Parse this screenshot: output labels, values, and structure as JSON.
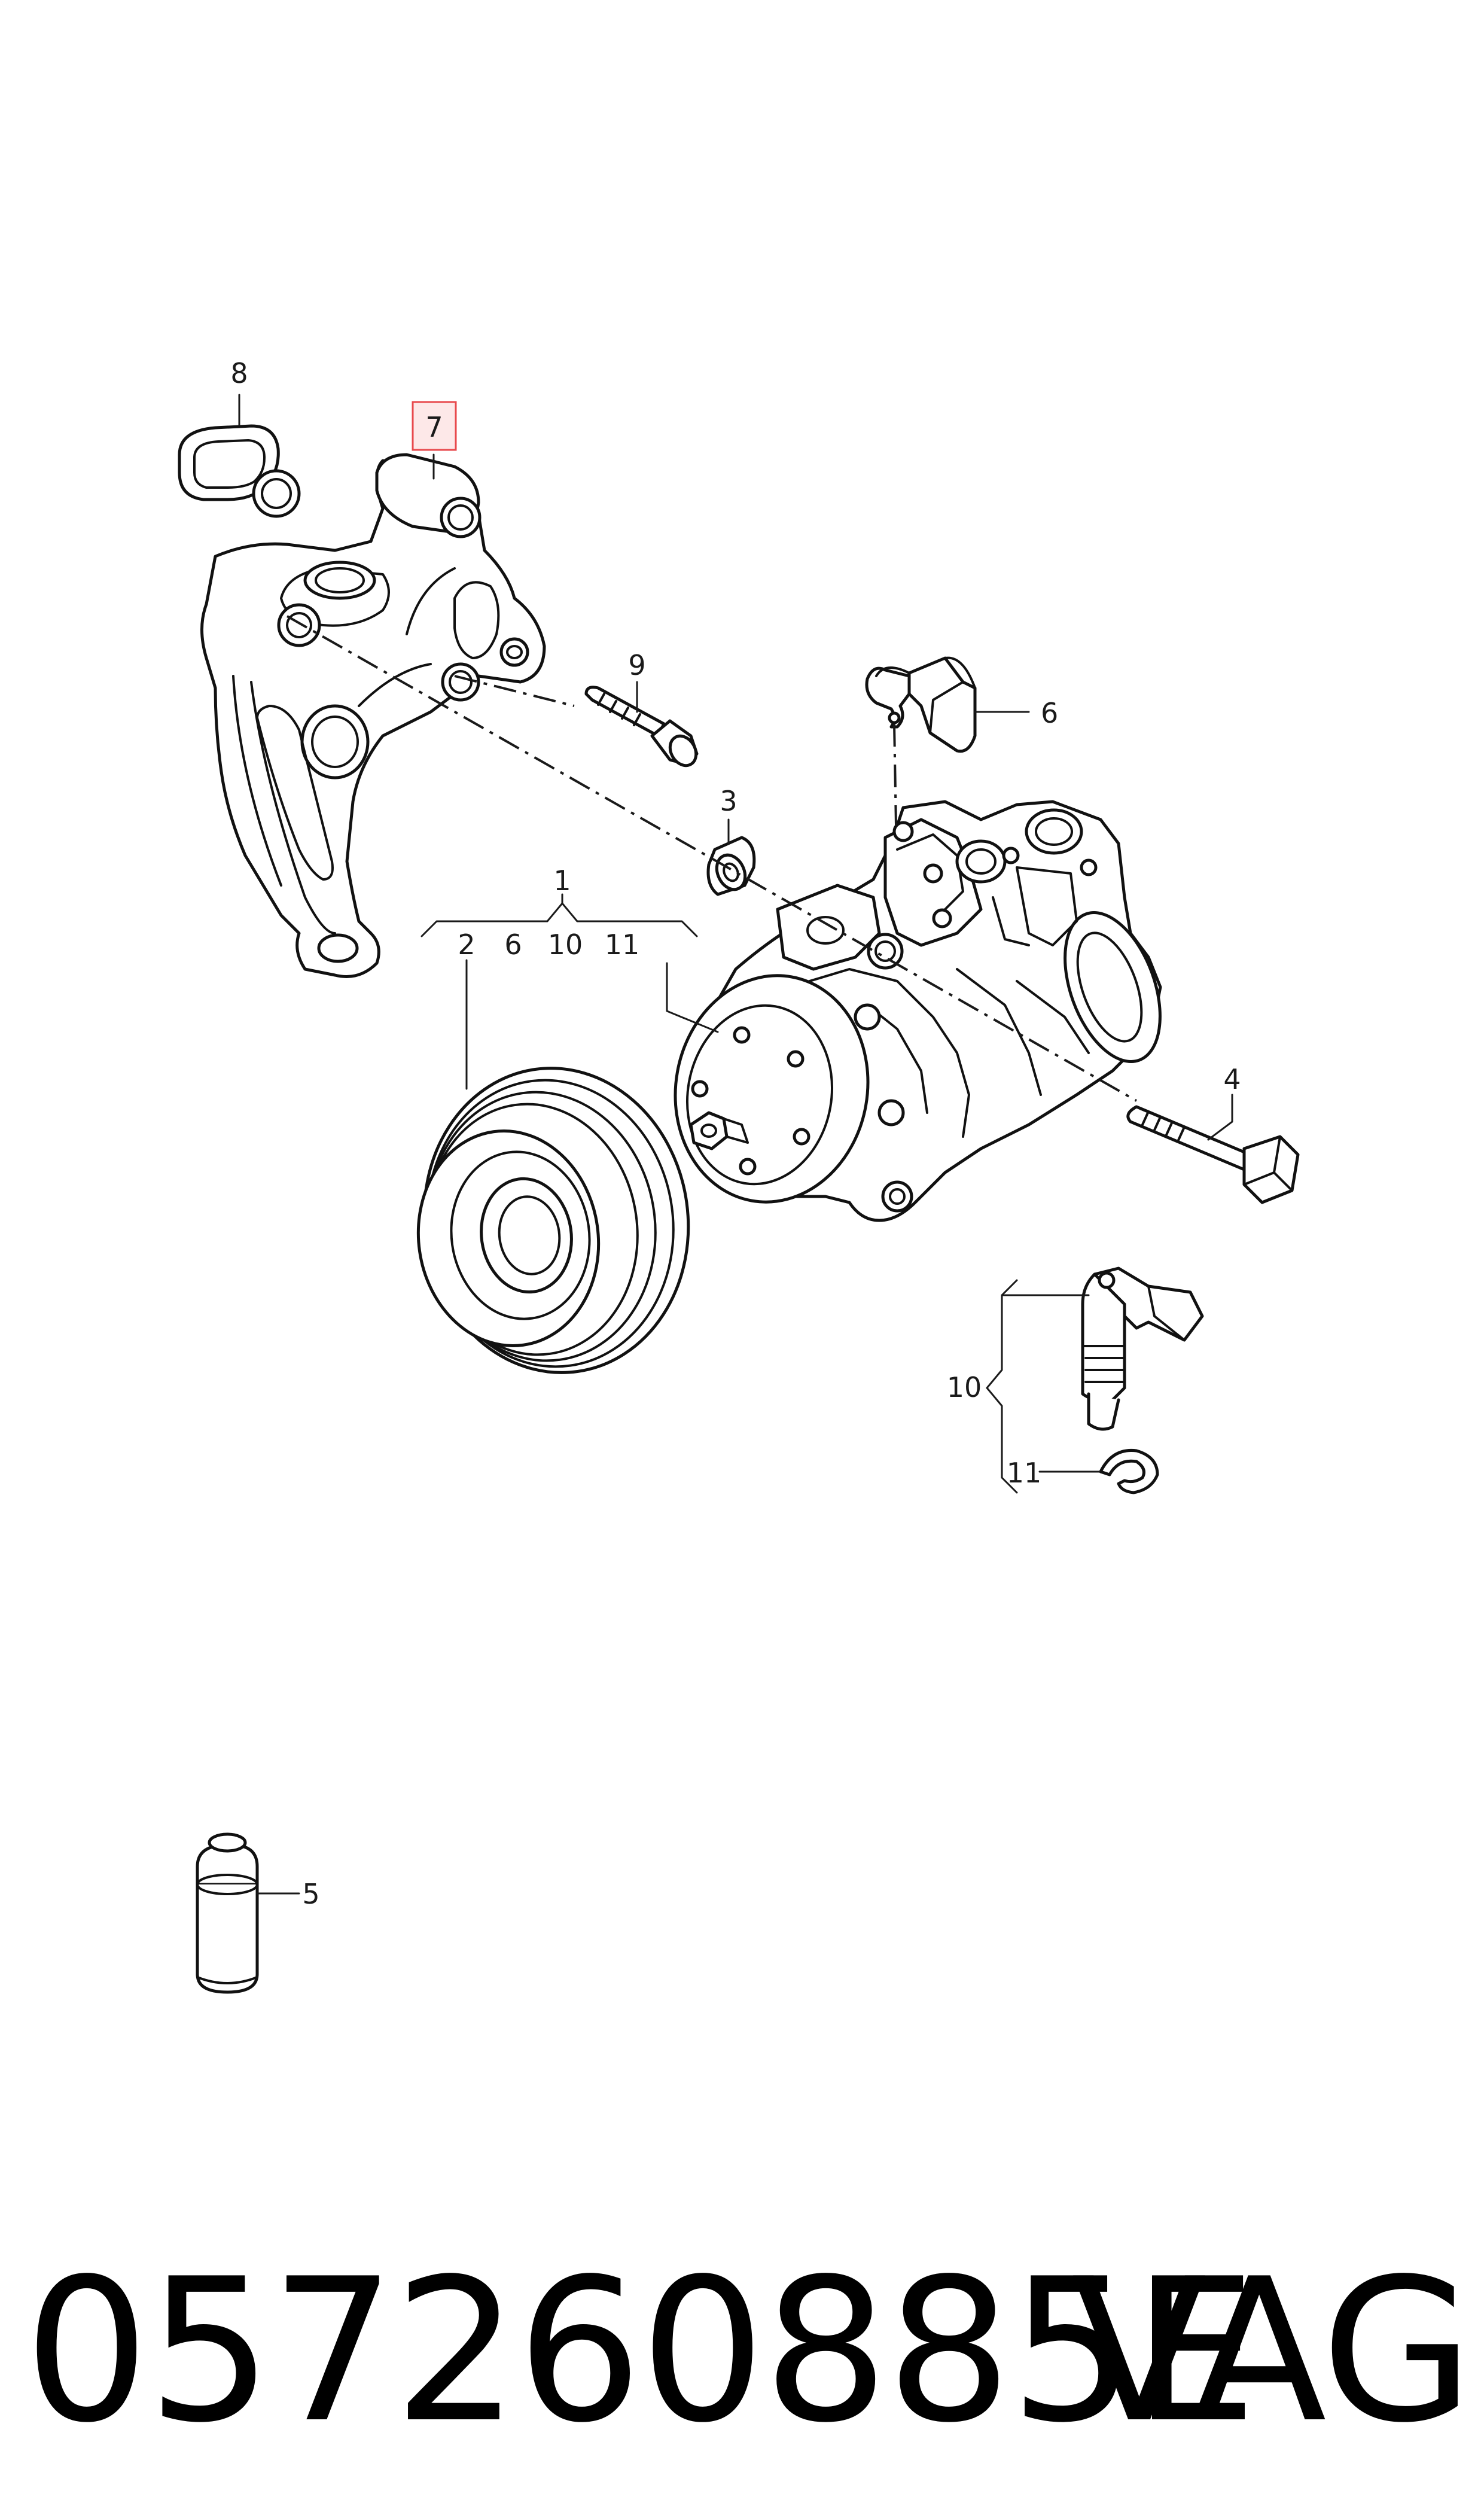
{
  "labels": {
    "l1": "1",
    "l2": "2",
    "l3": "3",
    "l4": "4",
    "l5": "5",
    "l6": "6",
    "l7": "7",
    "l8": "8",
    "l9": "9",
    "g2": "2",
    "g6": "6",
    "g10": "10",
    "g11": "11",
    "d10": "10",
    "d11": "11"
  },
  "highlight": {
    "label": "7",
    "color": "#e8494c",
    "fill": "#fde8e8"
  },
  "footer": {
    "part_number": "057260885E",
    "brand": "VAG"
  }
}
